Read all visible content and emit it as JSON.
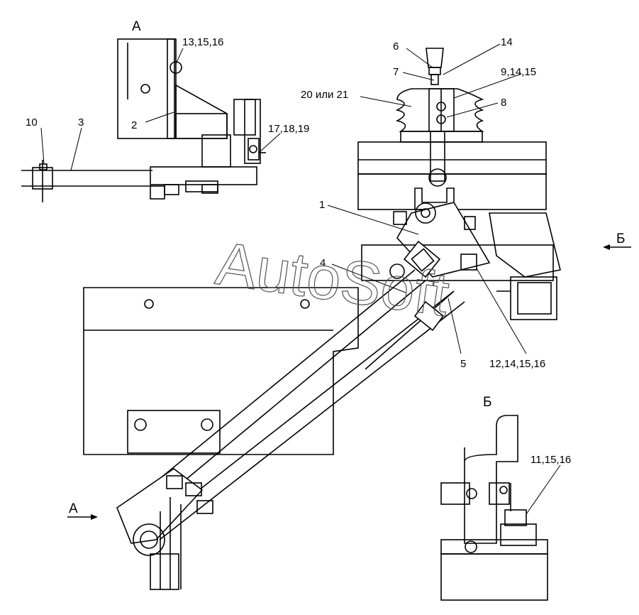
{
  "watermark": "AutoSoft",
  "views": {
    "a_title": "А",
    "b_title": "Б",
    "a_arrow": "А",
    "b_arrow": "Б"
  },
  "callouts": {
    "c1": "1",
    "c2": "2",
    "c3": "3",
    "c4": "4",
    "c5": "5",
    "c6": "6",
    "c7": "7",
    "c8": "8",
    "c10": "10",
    "c_9_14_15": "9,14,15",
    "c_13_15_16": "13,15,16",
    "c_17_18_19": "17,18,19",
    "c_20_21": "20 или 21",
    "c_12_14_15_16": "12,14,15,16",
    "c_11_15_16": "11,15,16",
    "c14": "14"
  }
}
